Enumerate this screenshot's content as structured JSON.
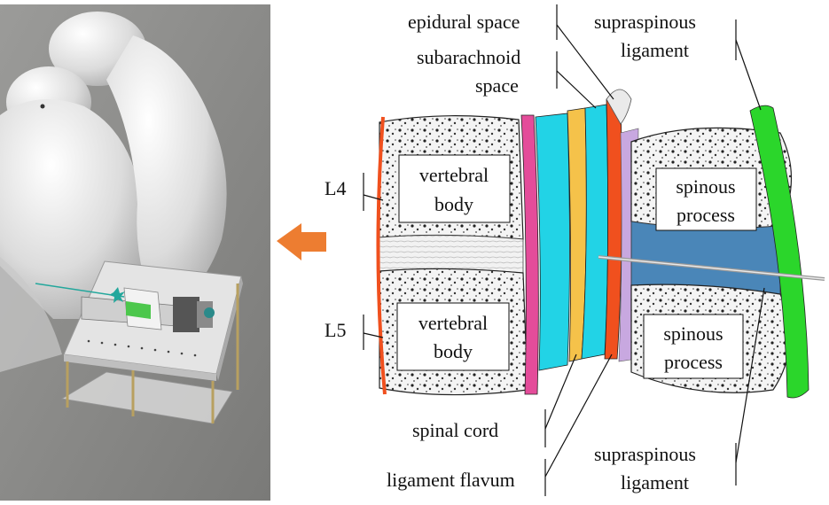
{
  "labels": {
    "epidural_space": "epidural space",
    "subarachnoid_line1": "subarachnoid",
    "subarachnoid_line2": "space",
    "supraspinous_top_line1": "supraspinous",
    "supraspinous_top_line2": "ligament",
    "L4": "L4",
    "L5": "L5",
    "vertebral_body_top_line1": "vertebral",
    "vertebral_body_top_line2": "body",
    "vertebral_body_bottom_line1": "vertebral",
    "vertebral_body_bottom_line2": "body",
    "spinous_top_line1": "spinous",
    "spinous_top_line2": "process",
    "spinous_bottom_line1": "spinous",
    "spinous_bottom_line2": "process",
    "spinal_cord": "spinal cord",
    "ligament_flavum": "ligament flavum",
    "supraspinous_bottom_line1": "supraspinous",
    "supraspinous_bottom_line2": "ligament"
  },
  "colors": {
    "arrow": "#ED7D31",
    "epidural_red": "#F0501E",
    "csf_cyan": "#22D3E6",
    "spinal_cord_yellow": "#F5C24A",
    "ligament_green": "#2BD62B",
    "interspinous_blue": "#4A86B8",
    "ligament_pink": "#E44C9A",
    "lavender": "#C8A8E0",
    "render_bg": "#8E8E8C"
  }
}
